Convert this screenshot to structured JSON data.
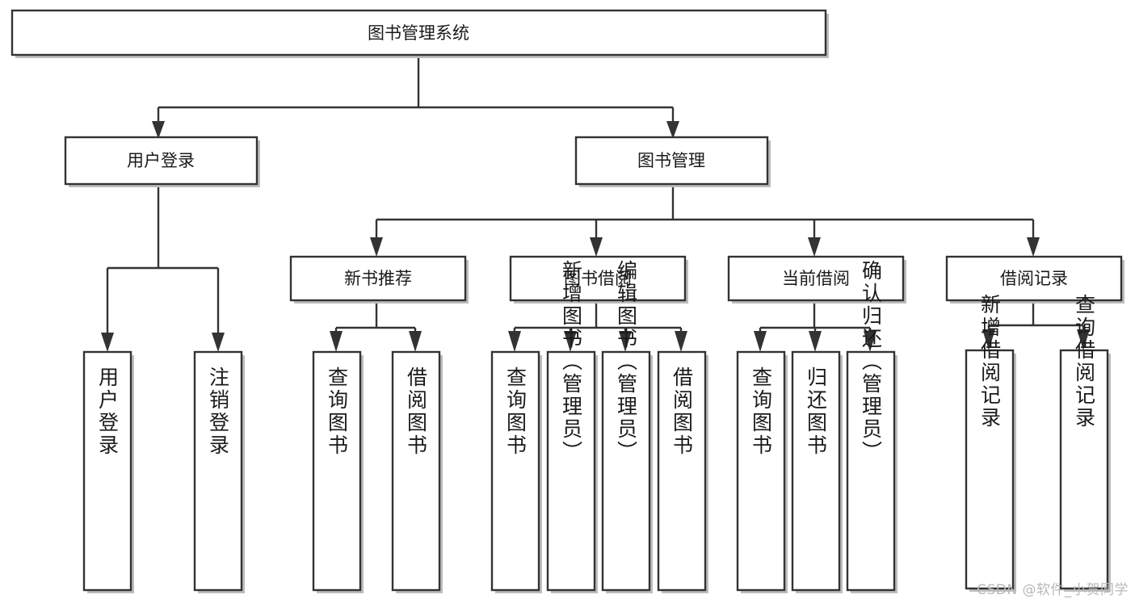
{
  "diagram": {
    "title": "图书管理系统",
    "type": "tree-hierarchy-diagram",
    "colors": {
      "box_fill": "#ffffff",
      "box_stroke": "#333333",
      "text": "#1a1a1a",
      "watermark": "#b8b8b8",
      "background": "#ffffff"
    },
    "root": {
      "label": "图书管理系统"
    },
    "level2": {
      "user_login": {
        "label": "用户登录"
      },
      "book_manage": {
        "label": "图书管理"
      }
    },
    "level3": {
      "new_book_recommend": {
        "label": "新书推荐"
      },
      "book_borrow": {
        "label": "图书借阅"
      },
      "current_borrow": {
        "label": "当前借阅"
      },
      "borrow_record": {
        "label": "借阅记录"
      }
    },
    "leaves": {
      "user_login": [
        {
          "label": "用户登录"
        },
        {
          "label": "注销登录"
        }
      ],
      "new_book_recommend": [
        {
          "label": "查询图书"
        },
        {
          "label": "借阅图书"
        }
      ],
      "book_borrow": [
        {
          "label": "查询图书"
        },
        {
          "label": "新增图书（管理员）"
        },
        {
          "label": "编辑图书（管理员）"
        },
        {
          "label": "借阅图书"
        }
      ],
      "current_borrow": [
        {
          "label": "查询图书"
        },
        {
          "label": "归还图书"
        },
        {
          "label": "确认归还（管理员）"
        }
      ],
      "borrow_record": [
        {
          "label": "新增借阅记录"
        },
        {
          "label": "查询借阅记录"
        }
      ]
    },
    "watermark": "CSDN @软件_小贺同学"
  }
}
